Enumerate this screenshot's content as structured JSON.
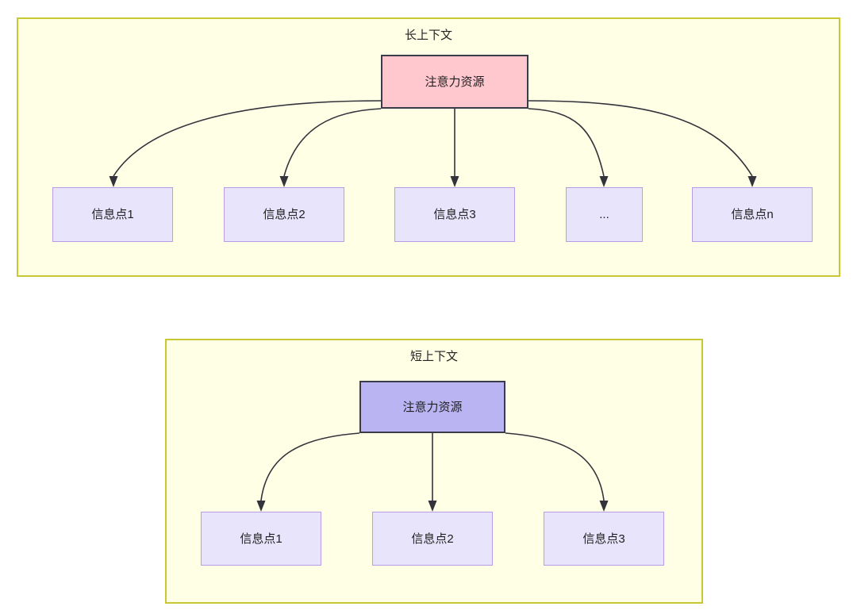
{
  "diagram": {
    "type": "tree-diagram",
    "background_color": "#FFFFFF",
    "groups": [
      {
        "id": "long",
        "title": "长上下文",
        "fill": "#FFFFE6",
        "border": "#C8C832",
        "root": {
          "label": "注意力资源",
          "fill": "#FFC7CE",
          "border": "#3B3B4A"
        },
        "children": [
          {
            "label": "信息点1"
          },
          {
            "label": "信息点2"
          },
          {
            "label": "信息点3"
          },
          {
            "label": "..."
          },
          {
            "label": "信息点n"
          }
        ],
        "child_fill": "#E7E4FC",
        "child_border": "#B89CE8"
      },
      {
        "id": "short",
        "title": "短上下文",
        "fill": "#FFFFE6",
        "border": "#C8C832",
        "root": {
          "label": "注意力资源",
          "fill": "#BBB4F2",
          "border": "#3B3B4A"
        },
        "children": [
          {
            "label": "信息点1"
          },
          {
            "label": "信息点2"
          },
          {
            "label": "信息点3"
          }
        ],
        "child_fill": "#E7E4FC",
        "child_border": "#B89CE8"
      }
    ],
    "edge_color": "#33333B"
  }
}
